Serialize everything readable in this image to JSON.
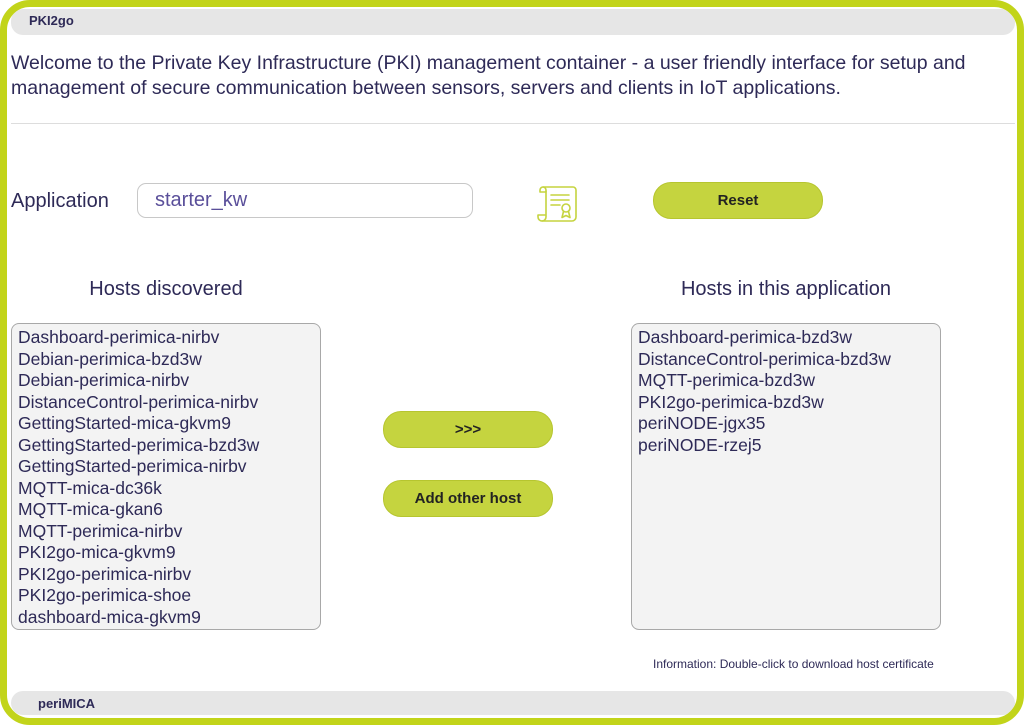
{
  "header": {
    "brand": "PKI2go"
  },
  "welcome": {
    "text": "Welcome to the Private Key Infrastructure (PKI) management container - a user friendly interface for setup and management of secure communication between sensors, servers and clients in IoT applications."
  },
  "application": {
    "label": "Application",
    "value": "starter_kw",
    "icon": "certificate-icon",
    "reset_label": "Reset"
  },
  "discovered": {
    "title": "Hosts discovered",
    "items": [
      "Dashboard-perimica-nirbv",
      "Debian-perimica-bzd3w",
      "Debian-perimica-nirbv",
      "DistanceControl-perimica-nirbv",
      "GettingStarted-mica-gkvm9",
      "GettingStarted-perimica-bzd3w",
      "GettingStarted-perimica-nirbv",
      "MQTT-mica-dc36k",
      "MQTT-mica-gkan6",
      "MQTT-perimica-nirbv",
      "PKI2go-mica-gkvm9",
      "PKI2go-perimica-nirbv",
      "PKI2go-perimica-shoe",
      "dashboard-mica-gkvm9"
    ]
  },
  "actions": {
    "move_label": ">>>",
    "add_label": "Add other host"
  },
  "in_app": {
    "title": "Hosts in this application",
    "items": [
      "Dashboard-perimica-bzd3w",
      "DistanceControl-perimica-bzd3w",
      "MQTT-perimica-bzd3w",
      "PKI2go-perimica-bzd3w",
      "periNODE-jgx35",
      "periNODE-rzej5"
    ]
  },
  "info": "Information: Double-click to download host certificate",
  "footer": {
    "brand": "periMICA"
  },
  "colors": {
    "accent": "#c2d41a",
    "button": "#c5d43f",
    "text": "#2e2a57"
  }
}
